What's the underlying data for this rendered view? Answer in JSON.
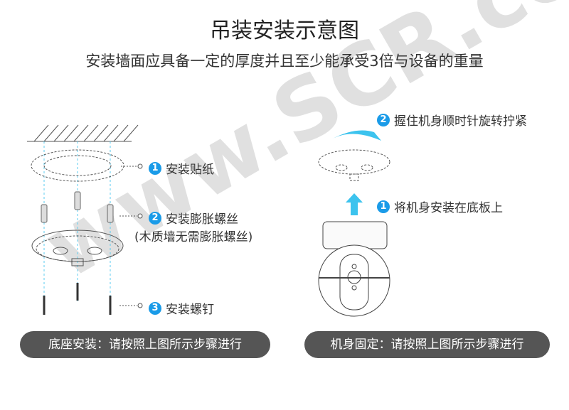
{
  "title": "吊装安装示意图",
  "subtitle": "安装墙面应具备一定的厚度并且至少能承受3倍与设备的重量",
  "left": {
    "steps": [
      {
        "num": "1",
        "label": "安装贴纸"
      },
      {
        "num": "2",
        "label": "安装膨胀螺丝",
        "note": "(木质墙无需膨胀螺丝)"
      },
      {
        "num": "3",
        "label": "安装螺钉"
      }
    ],
    "footer": "底座安装：请按照上图所示步骤进行"
  },
  "right": {
    "steps": [
      {
        "num": "2",
        "label": "握住机身顺时针旋转拧紧"
      },
      {
        "num": "1",
        "label": "将机身安装在底板上"
      }
    ],
    "footer": "机身固定：请按照上图所示步骤进行"
  },
  "watermark": "www.sc   .com.cn",
  "colors": {
    "accent": "#1a9be8",
    "pill": "#555555"
  }
}
